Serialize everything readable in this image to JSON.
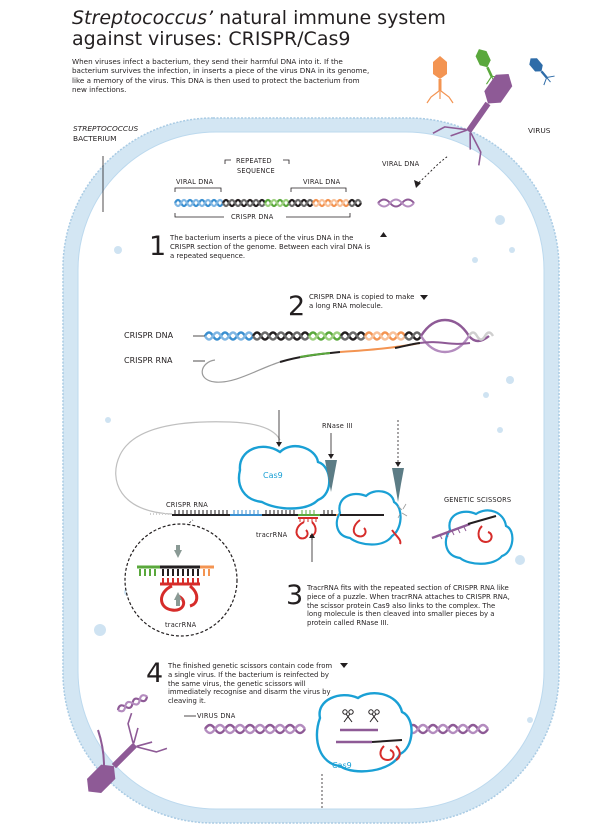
{
  "title_italic": "Streptococcus’",
  "title_rest": " natural immune system",
  "title_line2": "against viruses: CRISPR/Cas9",
  "intro": "When viruses infect a bacterium, they send their harmful DNA into it. If the bacterium survives the infection, in inserts a piece of the virus DNA in its genome, like a memory of the virus. This DNA is then used to protect the bacterium from new infections.",
  "bacterium_label_1": "STREPTOCOCCUS",
  "bacterium_label_2": "BACTERIUM",
  "virus_label": "VIRUS",
  "top_labels": {
    "repeated_1": "REPEATED",
    "repeated_2": "SEQUENCE",
    "viral_dna_left": "VIRAL DNA",
    "viral_dna_right": "VIRAL DNA",
    "viral_dna_incoming": "VIRAL DNA",
    "crispr_dna": "CRISPR DNA"
  },
  "steps": {
    "s1_num": "1",
    "s1_text": "The bacterium inserts a piece of the virus DNA in the CRISPR section of the genome. Between each viral DNA is a repeated sequence.",
    "s2_num": "2",
    "s2_text": "CRISPR DNA is copied to make a long RNA molecule.",
    "s3_num": "3",
    "s3_text": "TracrRNA fits with the repeated section of CRISPR RNA like piece of a puzzle. When tracrRNA attaches  to CRISPR RNA, the scissor protein Cas9 also links to the complex. The long molecule is then cleaved into smaller pieces by a protein called RNase III.",
    "s4_num": "4",
    "s4_text": "The finished genetic scissors contain code from a single virus. If the bacterium is reinfected by the same virus, the genetic scissors will immediately recognise and disarm the virus by cleaving it."
  },
  "labels": {
    "crispr_dna": "CRISPR DNA",
    "crispr_rna": "CRISPR RNA",
    "rnase": "RNase III",
    "cas9": "Cas9",
    "crispr_rna_3": "CRISPR RNA",
    "tracrrna": "tracrRNA",
    "tracrrna_zoom": "tracrRNA",
    "genetic_scissors": "GENETIC SCISSORS",
    "virus_dna": "VIRUS DNA",
    "cas9_bottom": "Cas9"
  },
  "colors": {
    "blue": "#3a8fd0",
    "black": "#231f20",
    "green": "#5aa83c",
    "orange": "#f39452",
    "purple": "#8e5a96",
    "red": "#d62c2a",
    "cyan": "#1aa0d5",
    "cell_wall": "#bcd9ee"
  },
  "icons": [
    "virus-icon-orange",
    "virus-icon-green",
    "virus-icon-blue",
    "virus-icon-purple-large",
    "virus-icon-purple-bottom",
    "scissors-icon",
    "arrow-up-icon",
    "arrow-down-icon"
  ]
}
